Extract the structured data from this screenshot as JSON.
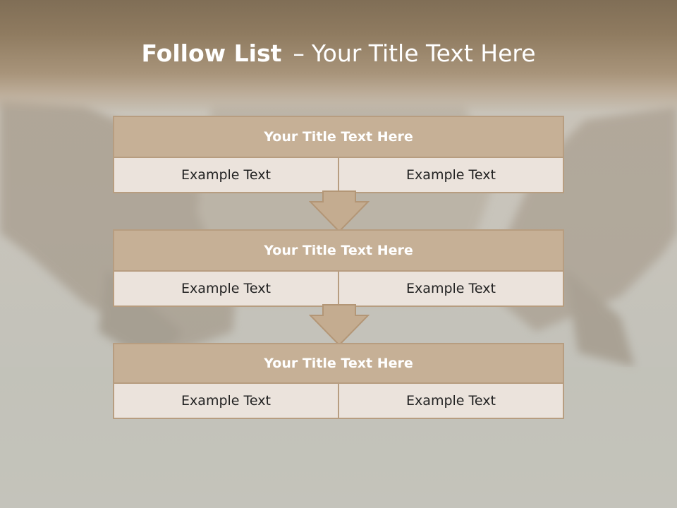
{
  "slide": {
    "title_bold": "Follow List",
    "title_separator": "–",
    "title_rest": "Your Title Text Here"
  },
  "blocks": [
    {
      "title": "Your Title Text Here",
      "left": "Example Text",
      "right": "Example Text"
    },
    {
      "title": "Your Title Text Here",
      "left": "Example Text",
      "right": "Example Text"
    },
    {
      "title": "Your Title Text Here",
      "left": "Example Text",
      "right": "Example Text"
    }
  ],
  "colors": {
    "header_fill": "#c6b096",
    "border": "#b79d80",
    "cell_fill": "#ebe3dc",
    "arrow_fill": "#c4ac90"
  },
  "icons": {
    "connector": "down-arrow-icon"
  }
}
